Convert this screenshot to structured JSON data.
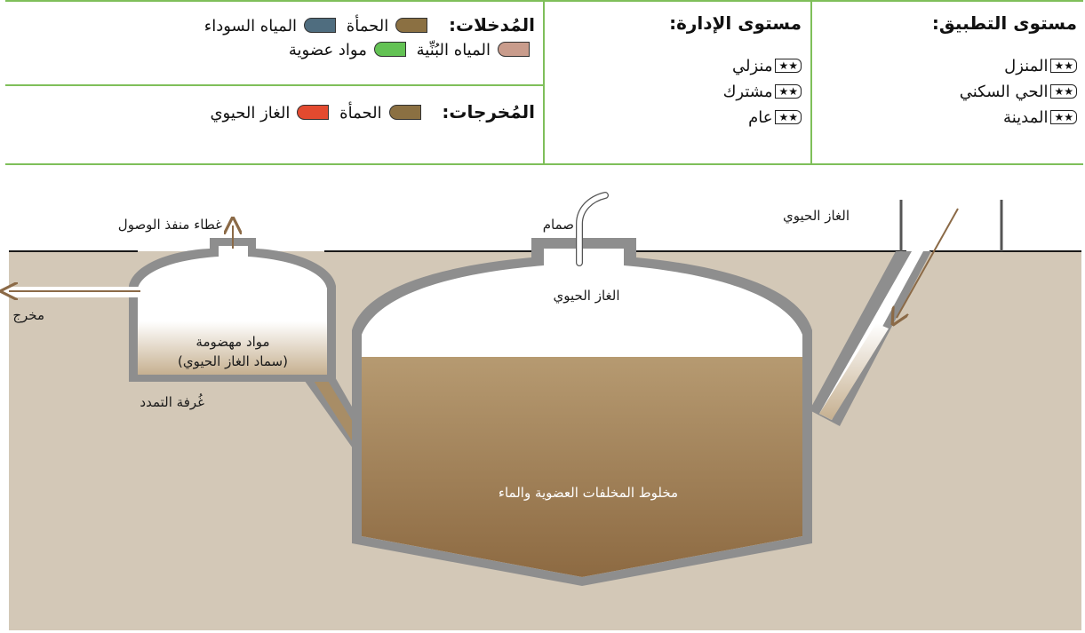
{
  "header": {
    "application": {
      "title": "مستوى التطبيق:",
      "items": [
        "المنزل",
        "الحي السكني",
        "المدينة"
      ]
    },
    "management": {
      "title": "مستوى الإدارة:",
      "items": [
        "منزلي",
        "مشترك",
        "عام"
      ]
    },
    "stars_glyph": "★★",
    "inputs": {
      "title": "المُدخلات:",
      "row1": [
        {
          "label": "الحمأة",
          "color": "#8b7042"
        },
        {
          "label": "المياه السوداء",
          "color": "#4f6d7f"
        }
      ],
      "row2": [
        {
          "label": "المياه البُنِّية",
          "color": "#c99c8c"
        },
        {
          "label": "مواد عضوية",
          "color": "#63c254"
        }
      ]
    },
    "outputs": {
      "title": "المُخرجات:",
      "items": [
        {
          "label": "الحمأة",
          "color": "#8b7042"
        },
        {
          "label": "الغاز الحيوي",
          "color": "#e34a2f"
        }
      ]
    }
  },
  "diagram": {
    "labels": {
      "access_cover": "غطاء منفذ الوصول",
      "outlet": "مخرج",
      "digestate": "مواد مهضومة",
      "digestate_sub": "(سماد الغاز الحيوي)",
      "expansion_chamber": "غُرفة التمدد",
      "valve": "صمام",
      "biogas_top": "الغاز الحيوي",
      "biogas_dome": "الغاز الحيوي",
      "mixture": "مخلوط المخلفات العضوية والماء"
    },
    "colors": {
      "ground": "#d3c8b7",
      "wall": "#8e8e8e",
      "slurry_top": "#b69a71",
      "slurry_bottom": "#8d6a42",
      "arrow": "#8b6a47"
    }
  }
}
